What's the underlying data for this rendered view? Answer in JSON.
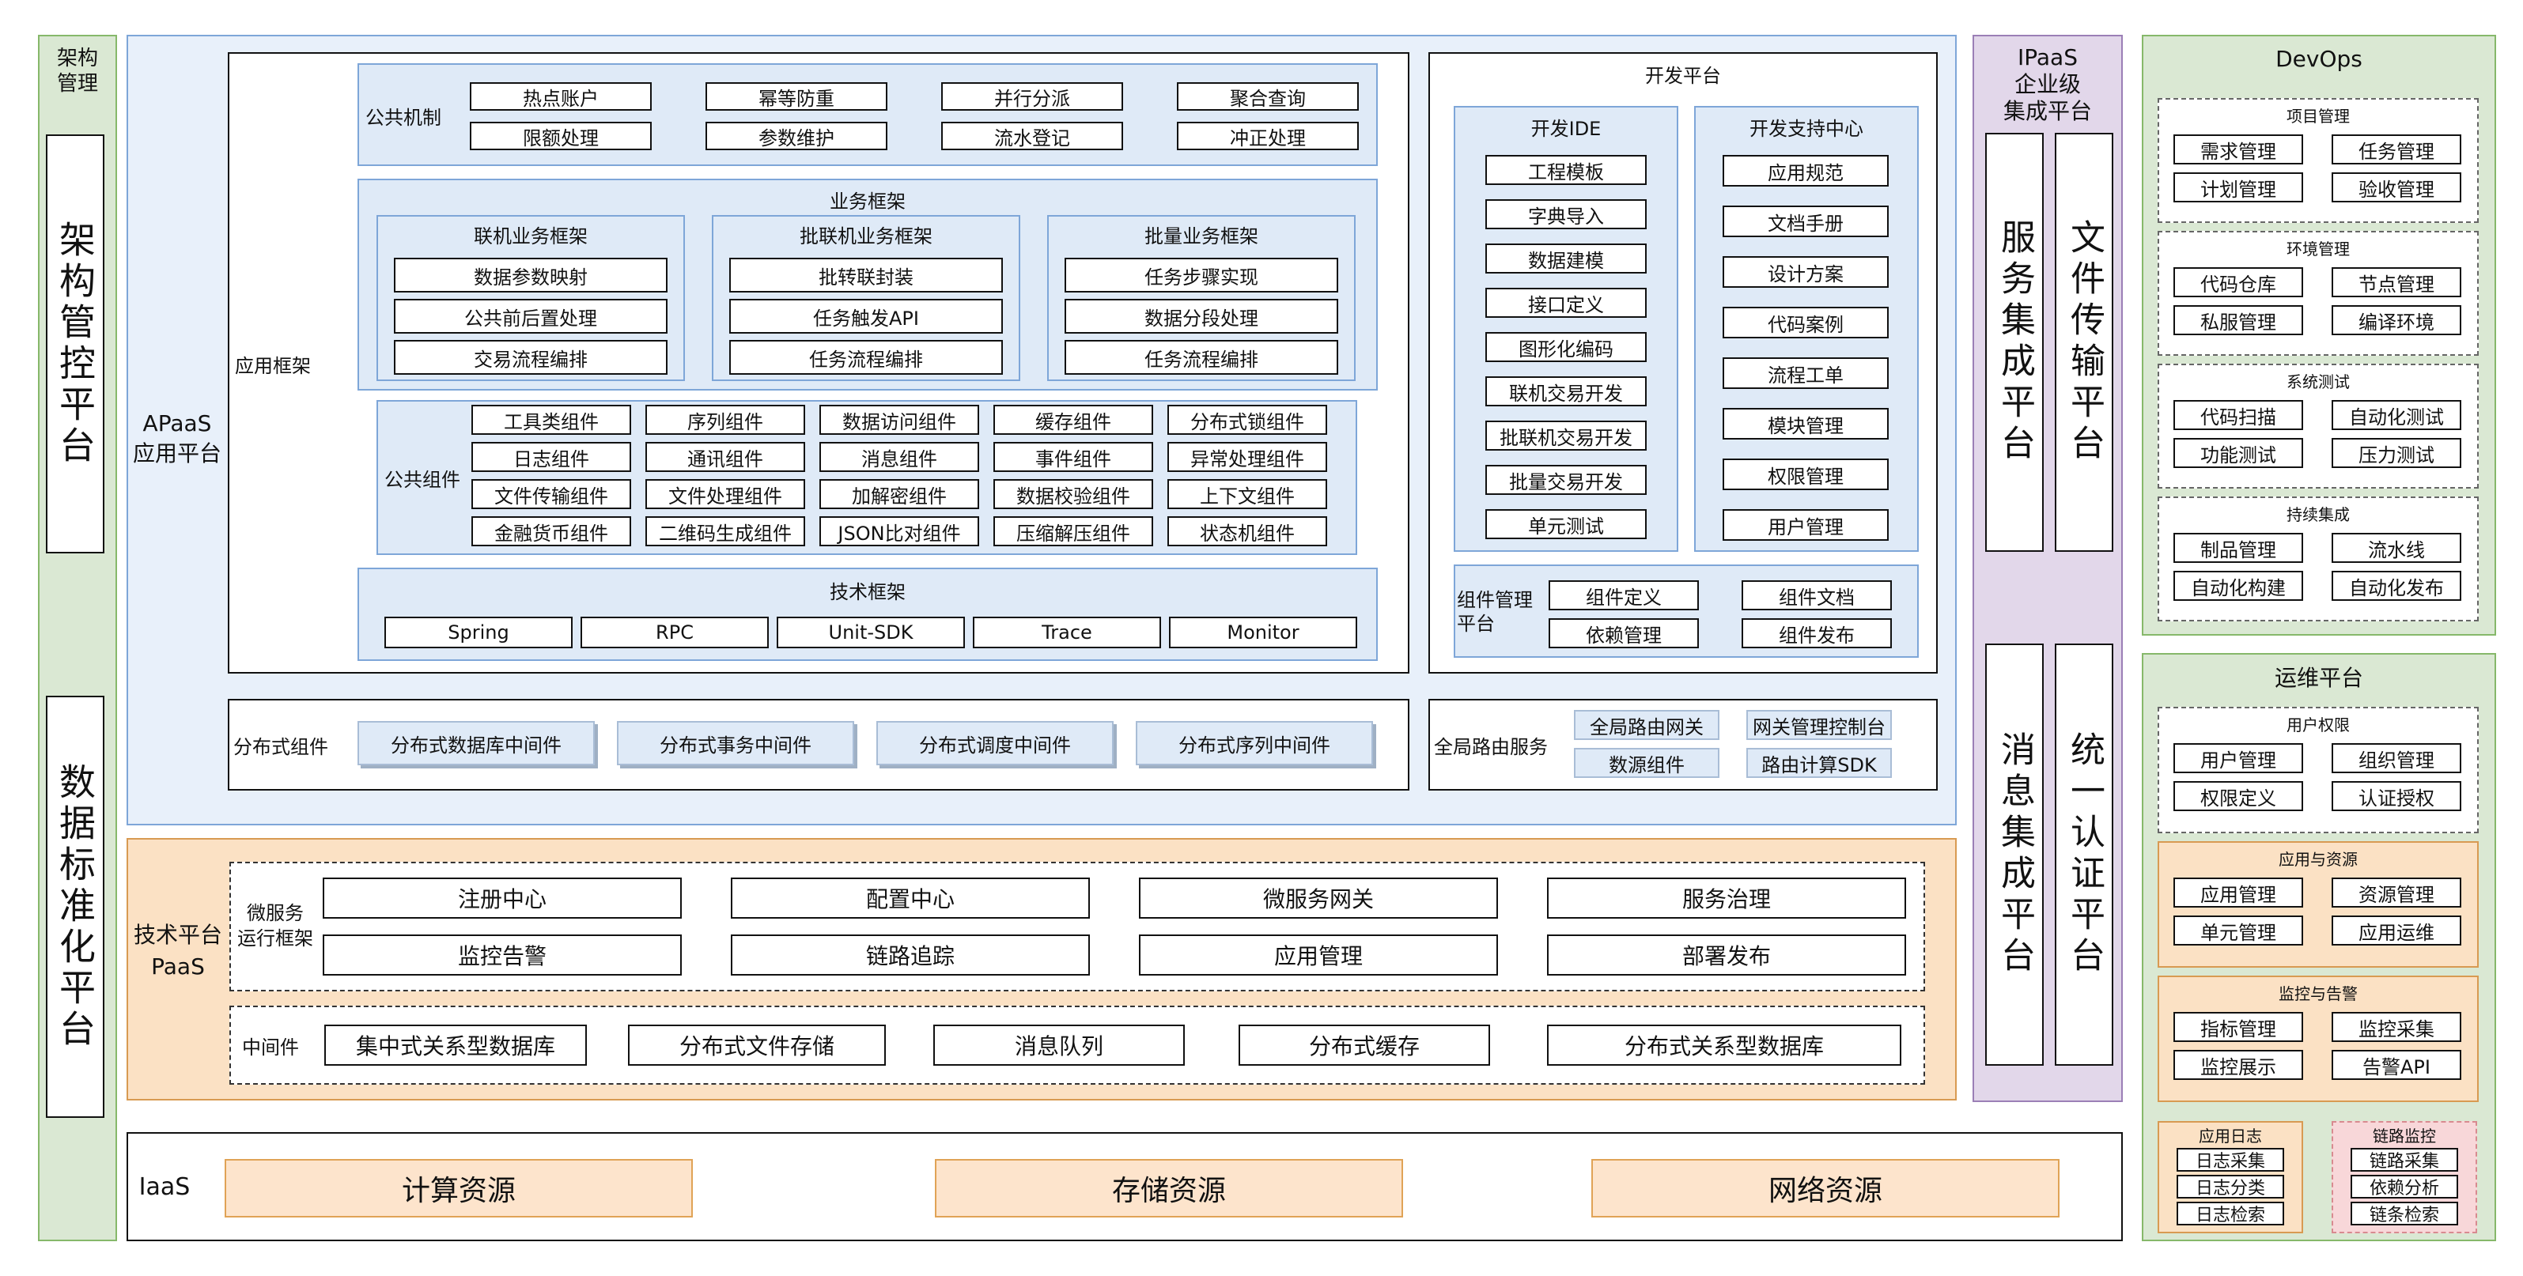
{
  "left": {
    "top_label": "架构\n管理",
    "arch_control": "架构管控平台",
    "data_std": "数据标准化平台"
  },
  "apaas": {
    "label": "APaaS\n应用平台",
    "app_framework": {
      "label": "应用框架",
      "public_mechanism": {
        "label": "公共机制",
        "items": [
          "热点账户",
          "幂等防重",
          "并行分派",
          "聚合查询",
          "限额处理",
          "参数维护",
          "流水登记",
          "冲正处理"
        ]
      },
      "business_framework": {
        "title": "业务框架",
        "groups": [
          {
            "title": "联机业务框架",
            "items": [
              "数据参数映射",
              "公共前后置处理",
              "交易流程编排"
            ]
          },
          {
            "title": "批联机业务框架",
            "items": [
              "批转联封装",
              "任务触发API",
              "任务流程编排"
            ]
          },
          {
            "title": "批量业务框架",
            "items": [
              "任务步骤实现",
              "数据分段处理",
              "任务流程编排"
            ]
          }
        ]
      },
      "public_components": {
        "label": "公共组件",
        "items": [
          "工具类组件",
          "序列组件",
          "数据访问组件",
          "缓存组件",
          "分布式锁组件",
          "日志组件",
          "通讯组件",
          "消息组件",
          "事件组件",
          "异常处理组件",
          "文件传输组件",
          "文件处理组件",
          "加解密组件",
          "数据校验组件",
          "上下文组件",
          "金融货币组件",
          "二维码生成组件",
          "JSON比对组件",
          "压缩解压组件",
          "状态机组件"
        ]
      },
      "tech_framework": {
        "title": "技术框架",
        "items": [
          "Spring",
          "RPC",
          "Unit-SDK",
          "Trace",
          "Monitor"
        ]
      }
    },
    "dev_platform": {
      "title": "开发平台",
      "ide": {
        "title": "开发IDE",
        "items": [
          "工程模板",
          "字典导入",
          "数据建模",
          "接口定义",
          "图形化编码",
          "联机交易开发",
          "批联机交易开发",
          "批量交易开发",
          "单元测试"
        ]
      },
      "support": {
        "title": "开发支持中心",
        "items": [
          "应用规范",
          "文档手册",
          "设计方案",
          "代码案例",
          "流程工单",
          "模块管理",
          "权限管理",
          "用户管理"
        ]
      },
      "component_mgmt": {
        "label": "组件管理\n平台",
        "items": [
          "组件定义",
          "组件文档",
          "依赖管理",
          "组件发布"
        ]
      }
    },
    "distributed": {
      "label": "分布式组件",
      "items": [
        "分布式数据库中间件",
        "分布式事务中间件",
        "分布式调度中间件",
        "分布式序列中间件"
      ]
    },
    "routing": {
      "label": "全局路由服务",
      "items": [
        "全局路由网关",
        "网关管理控制台",
        "数源组件",
        "路由计算SDK"
      ]
    }
  },
  "paas": {
    "label": "技术平台\nPaaS",
    "microservice": {
      "label": "微服务\n运行框架",
      "items": [
        "注册中心",
        "配置中心",
        "微服务网关",
        "服务治理",
        "监控告警",
        "链路追踪",
        "应用管理",
        "部署发布"
      ]
    },
    "middleware": {
      "label": "中间件",
      "items": [
        "集中式关系型数据库",
        "分布式文件存储",
        "消息队列",
        "分布式缓存",
        "分布式关系型数据库"
      ]
    }
  },
  "iaas": {
    "label": "IaaS",
    "items": [
      "计算资源",
      "存储资源",
      "网络资源"
    ]
  },
  "ipaas": {
    "title": "IPaaS\n企业级\n集成平台",
    "items": [
      "服务集成平台",
      "文件传输平台",
      "消息集成平台",
      "统一认证平台"
    ]
  },
  "devops": {
    "title": "DevOps",
    "groups": [
      {
        "title": "项目管理",
        "items": [
          "需求管理",
          "任务管理",
          "计划管理",
          "验收管理"
        ]
      },
      {
        "title": "环境管理",
        "items": [
          "代码仓库",
          "节点管理",
          "私服管理",
          "编译环境"
        ]
      },
      {
        "title": "系统测试",
        "items": [
          "代码扫描",
          "自动化测试",
          "功能测试",
          "压力测试"
        ]
      },
      {
        "title": "持续集成",
        "items": [
          "制品管理",
          "流水线",
          "自动化构建",
          "自动化发布"
        ]
      }
    ]
  },
  "ops": {
    "title": "运维平台",
    "groups": [
      {
        "title": "用户权限",
        "items": [
          "用户管理",
          "组织管理",
          "权限定义",
          "认证授权"
        ]
      },
      {
        "title": "应用与资源",
        "items": [
          "应用管理",
          "资源管理",
          "单元管理",
          "应用运维"
        ]
      },
      {
        "title": "监控与告警",
        "items": [
          "指标管理",
          "监控采集",
          "监控展示",
          "告警API"
        ]
      }
    ],
    "log": {
      "title": "应用日志",
      "items": [
        "日志采集",
        "日志分类",
        "日志检索"
      ]
    },
    "trace": {
      "title": "链路监控",
      "items": [
        "链路采集",
        "依赖分析",
        "链条检索"
      ]
    }
  },
  "colors": {
    "green": "#dae8d3",
    "blue": "#dfeaf7",
    "orange": "#fbe1c4",
    "purple": "#e2d7ea",
    "pink": "#f8d7d9"
  }
}
